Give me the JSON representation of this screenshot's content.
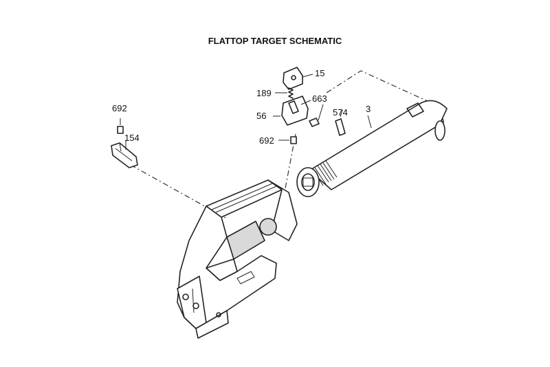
{
  "title": "FLATTOP TARGET SCHEMATIC",
  "parts": {
    "p15": "15",
    "p189": "189",
    "p663": "663",
    "p56": "56",
    "p574": "574",
    "p3": "3",
    "p692a": "692",
    "p692b": "692",
    "p154": "154"
  }
}
